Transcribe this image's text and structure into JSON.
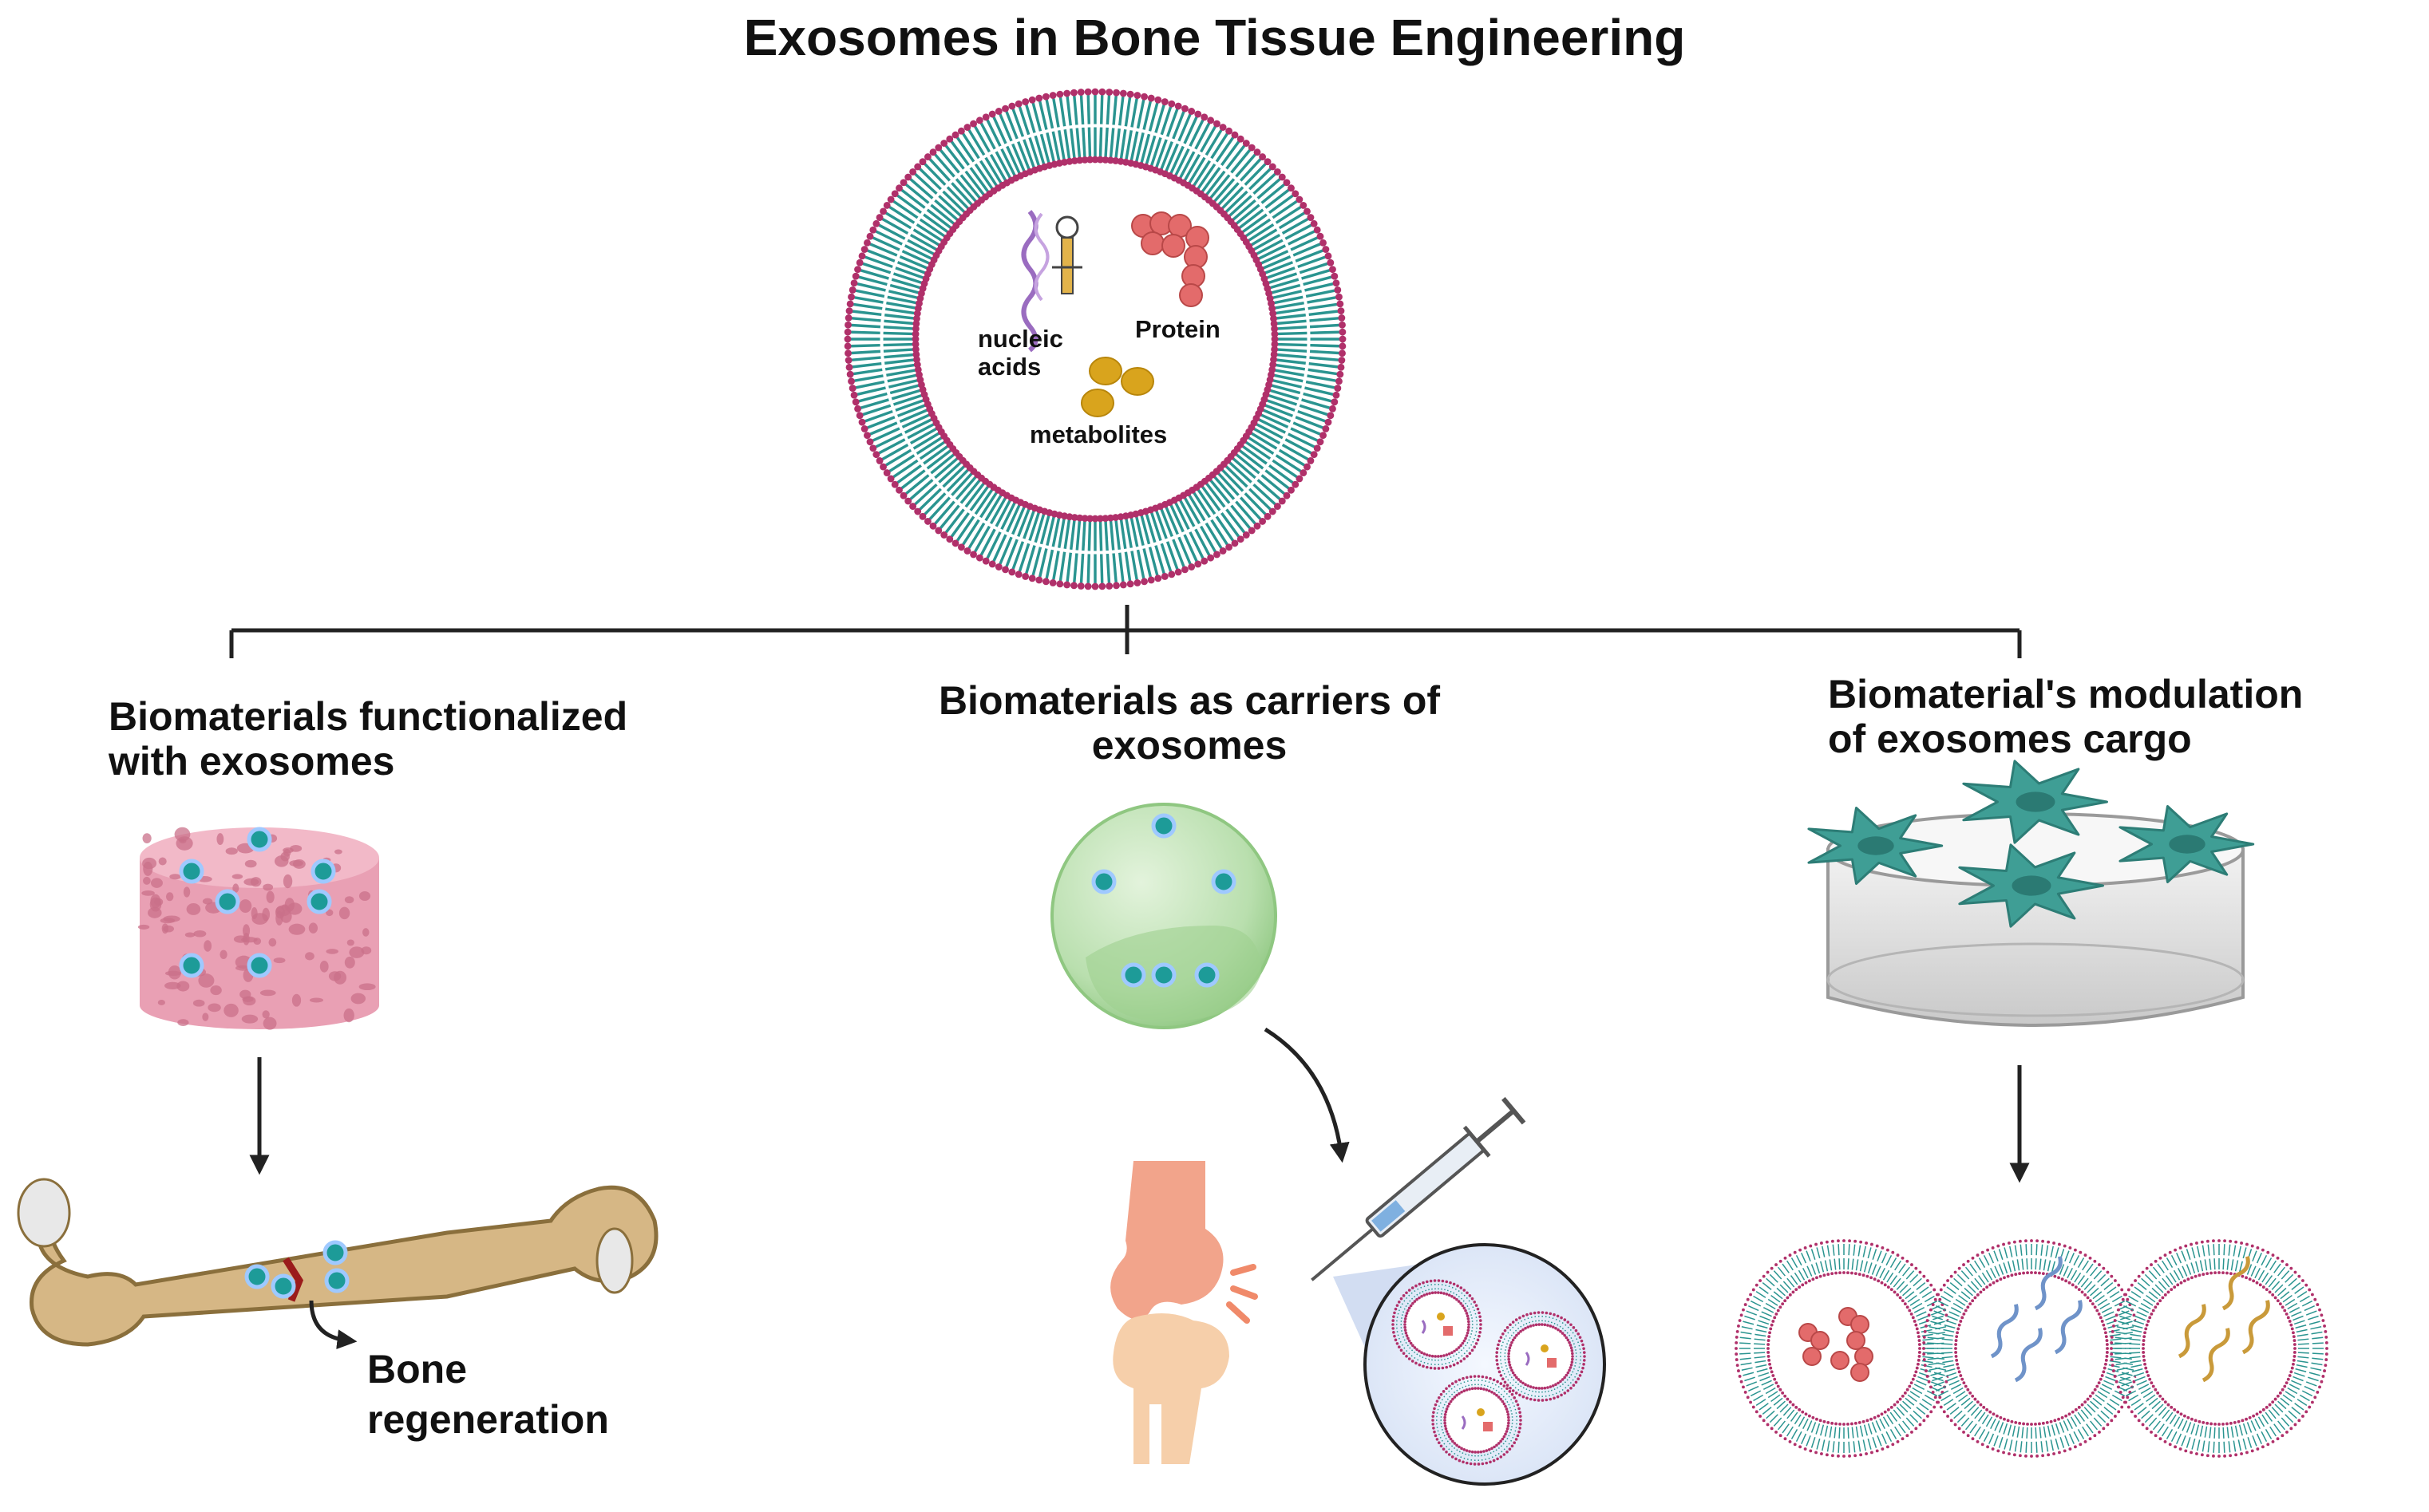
{
  "title": "Exosomes in Bone Tissue Engineering",
  "exosome": {
    "cargo": {
      "nucleic_acids_line1": "nucleic",
      "nucleic_acids_line2": "acids",
      "protein": "Protein",
      "metabolites": "metabolites"
    }
  },
  "branches": [
    {
      "label_line1": "Biomaterials functionalized",
      "label_line2": "with exosomes",
      "outcome_line1": "Bone",
      "outcome_line2": "regeneration"
    },
    {
      "label_line1": "Biomaterials as carriers of",
      "label_line2": "exosomes"
    },
    {
      "label_line1": "Biomaterial's modulation",
      "label_line2": "of exosomes cargo"
    }
  ],
  "colors": {
    "lipid_tail": "#2a9490",
    "lipid_head": "#b0306a",
    "scaffold": "#e9a0b4",
    "exosome_dot": "#1d9b98",
    "hydrogel": "#b9dfae",
    "bone": "#d6b785",
    "fracture": "#9b1b1b",
    "joint_femur": "#f2a48b",
    "joint_tibia": "#f6cfaa",
    "protein": "#e36b6b",
    "metabolite": "#d9a41d",
    "nucleic_acid": "#9a6cc0",
    "cell": "#3f9e95"
  }
}
